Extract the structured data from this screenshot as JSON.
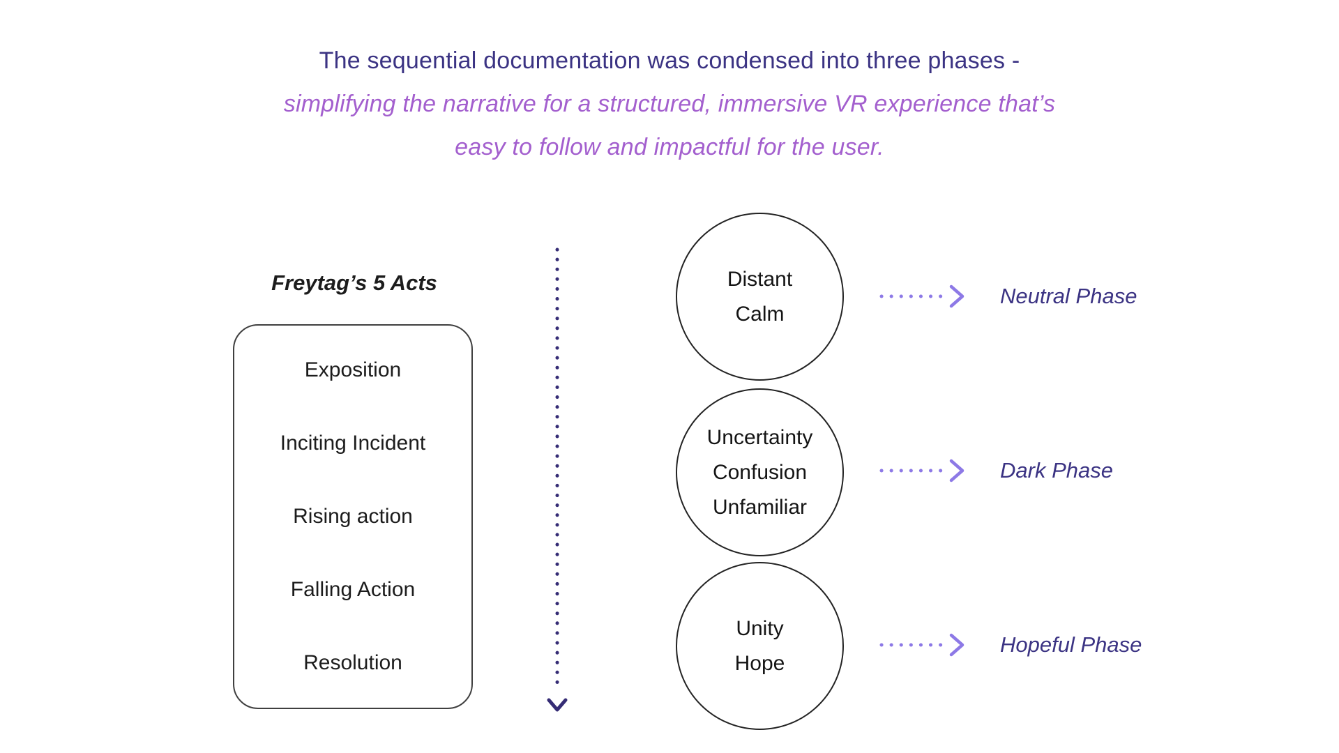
{
  "title": {
    "line1": "The sequential documentation was condensed into three phases -",
    "line2": "simplifying the narrative for a structured, immersive VR experience that’s",
    "line3": "easy to follow and impactful for the user."
  },
  "freytag": {
    "label": "Freytag’s 5 Acts",
    "acts": [
      "Exposition",
      "Inciting Incident",
      "Rising action",
      "Falling Action",
      "Resolution"
    ]
  },
  "phases": [
    {
      "circle_lines": [
        "Distant",
        "Calm"
      ],
      "label": "Neutral Phase"
    },
    {
      "circle_lines": [
        "Uncertainty",
        "Confusion",
        "Unfamiliar"
      ],
      "label": "Dark Phase"
    },
    {
      "circle_lines": [
        "Unity",
        "Hope"
      ],
      "label": "Hopeful Phase"
    }
  ],
  "icons": {
    "timeline_arrow": "dotted-down-arrow",
    "phase_arrow": "dotted-right-arrow"
  },
  "colors": {
    "heading_primary": "#3b3383",
    "heading_accent": "#a35fce",
    "timeline": "#352c75",
    "phase_arrow": "#8d79e6",
    "phase_label": "#3b3383",
    "outline": "#232323",
    "body_text": "#1c1c1c",
    "background": "#ffffff"
  }
}
